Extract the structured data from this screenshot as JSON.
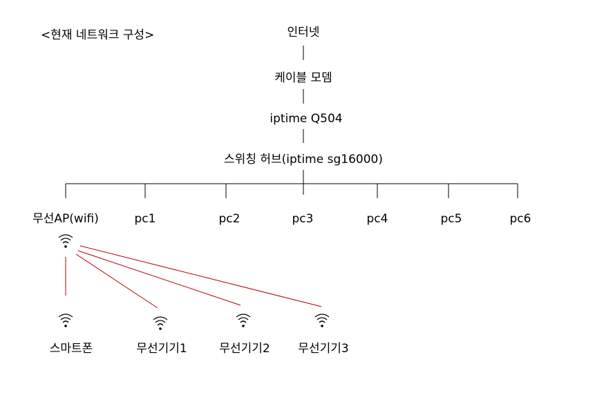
{
  "title": "<현재 네트워크 구성>",
  "chain": [
    "인터넷",
    "케이블 모뎀",
    "iptime Q504",
    "스위칭 허브(iptime sg16000)"
  ],
  "hub_clients": [
    "무선AP(wifi)",
    "pc1",
    "pc2",
    "pc3",
    "pc4",
    "pc5",
    "pc6"
  ],
  "wireless_devices": [
    "스마트폰",
    "무선기기1",
    "무선기기2",
    "무선기기3"
  ],
  "colors": {
    "line": "#000000",
    "wireless_link": "#b00000"
  },
  "icons": {
    "wifi": "wifi-icon"
  }
}
